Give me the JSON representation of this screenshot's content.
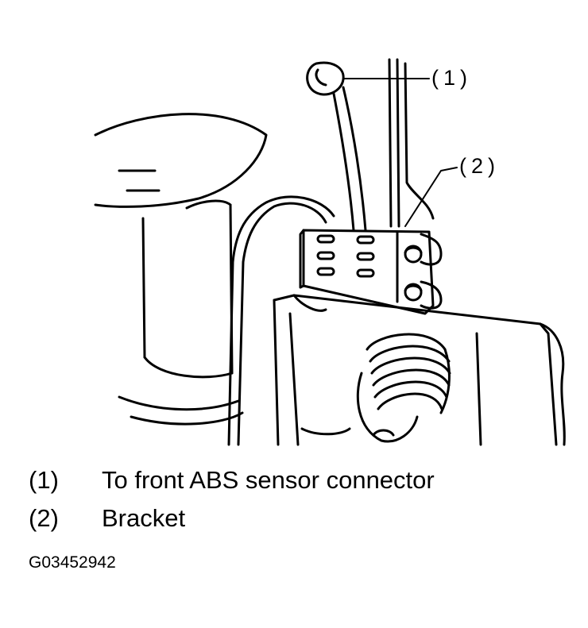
{
  "callouts": [
    {
      "id": "1",
      "label": "(1)"
    },
    {
      "id": "2",
      "label": "(2)"
    }
  ],
  "legend": [
    {
      "number": "(1)",
      "text": "To front ABS sensor connector"
    },
    {
      "number": "(2)",
      "text": "Bracket"
    }
  ],
  "figure_code": "G03452942"
}
